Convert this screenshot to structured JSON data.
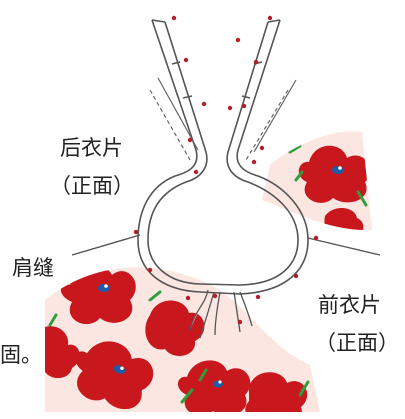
{
  "labels": {
    "back_piece": "后衣片",
    "back_piece_side": "（正面）",
    "shoulder_seam": "肩缝",
    "front_piece": "前衣片",
    "front_piece_side": "（正面）",
    "left_edge_fragment": "固。"
  },
  "colors": {
    "fabric_background": "#fbe6e2",
    "flower_red": "#c8171d",
    "flower_center": "#1f5aa6",
    "leaf_green": "#2e9f3a",
    "outline": "#555555",
    "pin_red": "#b51d2a"
  }
}
